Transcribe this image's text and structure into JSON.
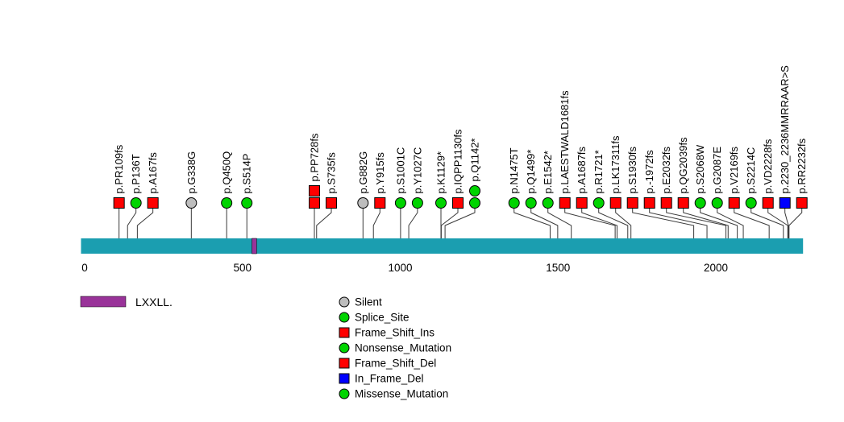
{
  "chart_data": {
    "type": "lollipop",
    "description": "Protein mutation lollipop plot",
    "xlim": [
      0,
      2270
    ],
    "axis_ticks": [
      0,
      500,
      1000,
      1500,
      2000
    ],
    "protein_length": 2270,
    "bar_color": "#1b9eb0",
    "stem_color": "#3a3a3a",
    "domains": [
      {
        "name": "LXXLL.",
        "start": 530,
        "end": 545,
        "color": "#993399"
      }
    ],
    "legend": {
      "domain_items": [
        {
          "label": "LXXLL.",
          "color": "#993399"
        }
      ],
      "mutation_types": [
        {
          "label": "Silent",
          "shape": "circle",
          "color": "#bdbdbd"
        },
        {
          "label": "Splice_Site",
          "shape": "circle",
          "color": "#00d400"
        },
        {
          "label": "Frame_Shift_Ins",
          "shape": "square",
          "color": "#ff0000"
        },
        {
          "label": "Nonsense_Mutation",
          "shape": "circle",
          "color": "#00d400"
        },
        {
          "label": "Frame_Shift_Del",
          "shape": "square",
          "color": "#ff0000"
        },
        {
          "label": "In_Frame_Del",
          "shape": "square",
          "color": "#0000ff"
        },
        {
          "label": "Missense_Mutation",
          "shape": "circle",
          "color": "#00d400"
        }
      ]
    },
    "mutations": [
      {
        "label": "p.PR109fs",
        "pos": 109,
        "type": "Frame_Shift_Del",
        "count": 1
      },
      {
        "label": "p.P136T",
        "pos": 136,
        "type": "Missense_Mutation",
        "count": 1
      },
      {
        "label": "p.A167fs",
        "pos": 167,
        "type": "Frame_Shift_Del",
        "count": 1
      },
      {
        "label": "p.G338G",
        "pos": 338,
        "type": "Silent",
        "count": 1
      },
      {
        "label": "p.Q450Q",
        "pos": 450,
        "type": "Splice_Site",
        "count": 1
      },
      {
        "label": "p.S514P",
        "pos": 514,
        "type": "Missense_Mutation",
        "count": 1
      },
      {
        "label": "p.PP728fs",
        "pos": 728,
        "type": "Frame_Shift_Del",
        "count": 2
      },
      {
        "label": "p.S735fs",
        "pos": 735,
        "type": "Frame_Shift_Del",
        "count": 1
      },
      {
        "label": "p.G882G",
        "pos": 882,
        "type": "Silent",
        "count": 1
      },
      {
        "label": "p.Y915fs",
        "pos": 915,
        "type": "Frame_Shift_Del",
        "count": 1
      },
      {
        "label": "p.S1001C",
        "pos": 1001,
        "type": "Missense_Mutation",
        "count": 1
      },
      {
        "label": "p.Y1027C",
        "pos": 1027,
        "type": "Missense_Mutation",
        "count": 1
      },
      {
        "label": "p.K1129*",
        "pos": 1129,
        "type": "Nonsense_Mutation",
        "count": 1
      },
      {
        "label": "p.IQPP1130fs",
        "pos": 1130,
        "type": "Frame_Shift_Del",
        "count": 1
      },
      {
        "label": "p.Q1142*",
        "pos": 1142,
        "type": "Nonsense_Mutation",
        "count": 2
      },
      {
        "label": "p.N1475T",
        "pos": 1475,
        "type": "Missense_Mutation",
        "count": 1
      },
      {
        "label": "p.Q1499*",
        "pos": 1499,
        "type": "Nonsense_Mutation",
        "count": 1
      },
      {
        "label": "p.E1542*",
        "pos": 1542,
        "type": "Nonsense_Mutation",
        "count": 1
      },
      {
        "label": "p.LAESTWALD1681fs",
        "pos": 1681,
        "type": "Frame_Shift_Del",
        "count": 1
      },
      {
        "label": "p.A1687fs",
        "pos": 1687,
        "type": "Frame_Shift_Del",
        "count": 1
      },
      {
        "label": "p.R1721*",
        "pos": 1721,
        "type": "Nonsense_Mutation",
        "count": 1
      },
      {
        "label": "p.LK17311fs",
        "pos": 1731,
        "type": "Frame_Shift_Del",
        "count": 1
      },
      {
        "label": "p.S1930fs",
        "pos": 1930,
        "type": "Frame_Shift_Del",
        "count": 1
      },
      {
        "label": "p.-1972fs",
        "pos": 1972,
        "type": "Frame_Shift_Del",
        "count": 1
      },
      {
        "label": "p.E2032fs",
        "pos": 2032,
        "type": "Frame_Shift_Del",
        "count": 1
      },
      {
        "label": "p.QG2039fs",
        "pos": 2039,
        "type": "Frame_Shift_Del",
        "count": 1
      },
      {
        "label": "p.S2068W",
        "pos": 2068,
        "type": "Missense_Mutation",
        "count": 1
      },
      {
        "label": "p.G2087E",
        "pos": 2087,
        "type": "Missense_Mutation",
        "count": 1
      },
      {
        "label": "p.V2169fs",
        "pos": 2169,
        "type": "Frame_Shift_Del",
        "count": 1
      },
      {
        "label": "p.S2214C",
        "pos": 2214,
        "type": "Missense_Mutation",
        "count": 1
      },
      {
        "label": "p.VD2228fs",
        "pos": 2228,
        "type": "Frame_Shift_Del",
        "count": 1
      },
      {
        "label": "p.2230_2236MMRRAAR>S",
        "pos": 2230,
        "type": "In_Frame_Del",
        "count": 1
      },
      {
        "label": "p.RR2232fs",
        "pos": 2232,
        "type": "Frame_Shift_Del",
        "count": 1
      }
    ]
  }
}
